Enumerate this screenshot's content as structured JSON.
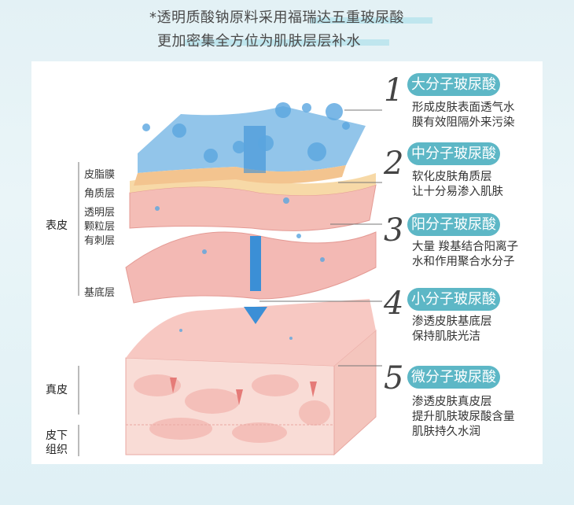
{
  "header": {
    "line1": "*透明质酸钠原料采用福瑞达五重玻尿酸",
    "line2": "更加密集全方位为肌肤层层补水"
  },
  "left_labels": {
    "epidermis": "表皮",
    "sebum": "皮脂膜",
    "stratum_corneum": "角质层",
    "stratum_lucidum": "透明层",
    "stratum_granulosum": "颗粒层",
    "stratum_spinosum": "有刺层",
    "basal": "基底层",
    "dermis": "真皮",
    "subcutis_1": "皮下",
    "subcutis_2": "组织"
  },
  "items": [
    {
      "num": "1",
      "title": "大分子玻尿酸",
      "lines": [
        "形成皮肤表面透气水",
        "膜有效阻隔外来污染"
      ]
    },
    {
      "num": "2",
      "title": "中分子玻尿酸",
      "lines": [
        "软化皮肤角质层",
        "让十分易渗入肌肤"
      ]
    },
    {
      "num": "3",
      "title": "阳分子玻尿酸",
      "lines": [
        "大量 羧基结合阳离子",
        "水和作用聚合水分子"
      ]
    },
    {
      "num": "4",
      "title": "小分子玻尿酸",
      "lines": [
        "渗透皮肤基底层",
        "保持肌肤光洁"
      ]
    },
    {
      "num": "5",
      "title": "微分子玻尿酸",
      "lines": [
        "渗透皮肤真皮层",
        "提升肌肤玻尿酸含量",
        "肌肤持久水润"
      ]
    }
  ],
  "colors": {
    "pill": "#5db7c6",
    "water": "#6fb3e3",
    "skin": "#f3b9b4",
    "dermis": "#f9dcd6"
  }
}
